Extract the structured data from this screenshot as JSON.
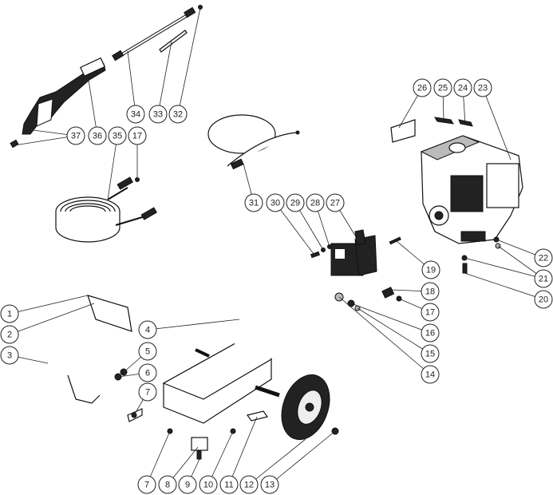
{
  "diagram": {
    "title": "Pressure washer exploded parts diagram",
    "callouts": {
      "wand": [
        "34",
        "33",
        "32"
      ],
      "gun": [
        "37",
        "36",
        "35",
        "17"
      ],
      "decals_engine": [
        "26",
        "25",
        "24",
        "23"
      ],
      "pump_left": [
        "31",
        "30",
        "29",
        "28",
        "27"
      ],
      "pump_right": [
        "19",
        "18",
        "17",
        "16",
        "15",
        "14"
      ],
      "engine_mount": [
        "22",
        "21",
        "20"
      ],
      "frame_left": [
        "1",
        "2",
        "3"
      ],
      "frame_mid": [
        "4",
        "5",
        "6",
        "7"
      ],
      "frame_bottom": [
        "7",
        "8",
        "9",
        "10",
        "11",
        "12",
        "13"
      ]
    }
  }
}
